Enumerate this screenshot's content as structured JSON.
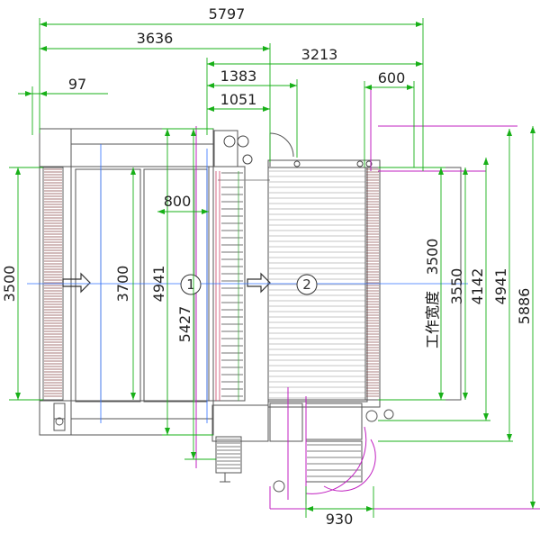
{
  "dimensions": {
    "top": [
      "5797",
      "3636",
      "3213",
      "1383",
      "1051",
      "97",
      "600"
    ],
    "left": [
      "3500",
      "3700",
      "4941",
      "5427"
    ],
    "right": [
      "3500",
      "3550",
      "4142",
      "4941",
      "5886"
    ],
    "middle": "800",
    "bottom": "930"
  },
  "labels": {
    "work_width": "工作宽度",
    "zone_1": "1",
    "zone_2": "2"
  },
  "colors": {
    "dimension_line": "#18b018",
    "machine_line": "#555555",
    "section_line": "#c020c0",
    "axis_line": "#3070ff"
  }
}
